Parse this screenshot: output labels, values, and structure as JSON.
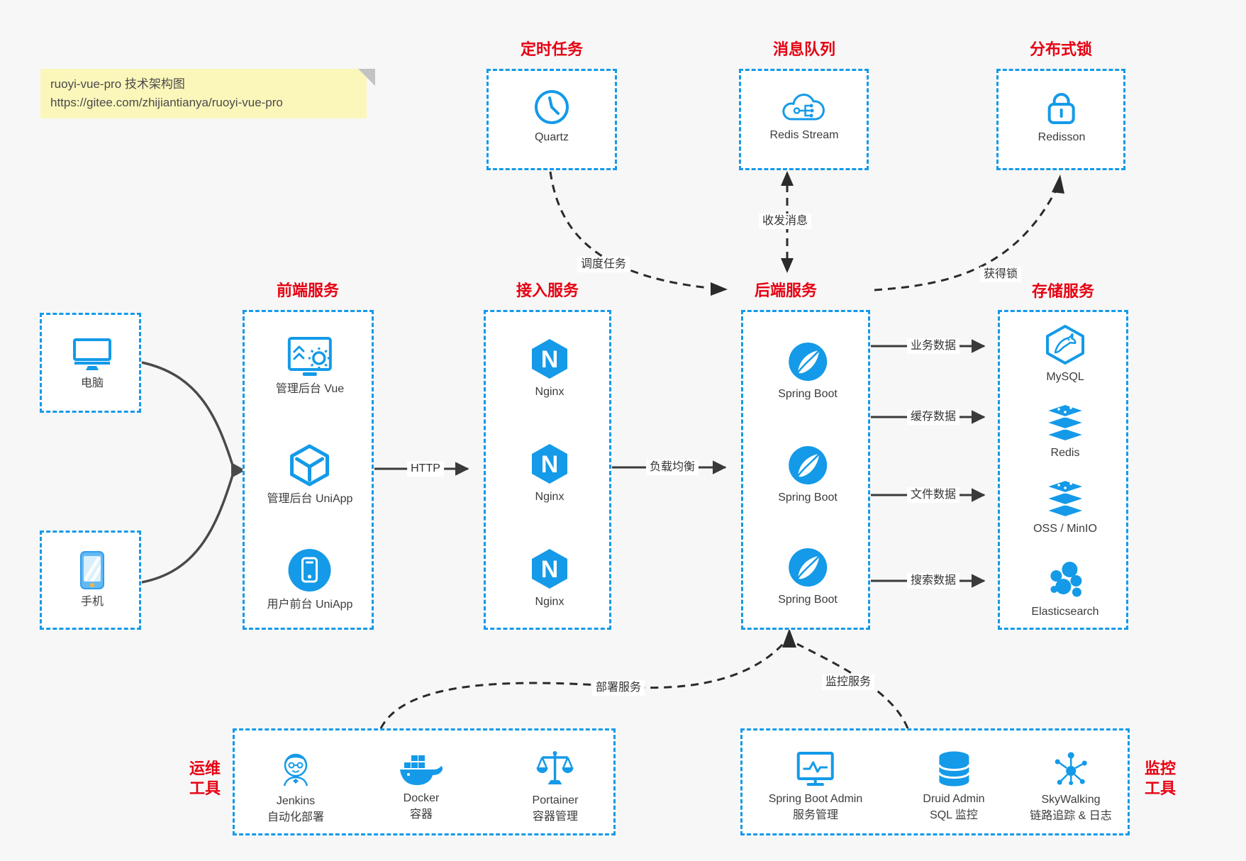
{
  "note": {
    "title": "ruoyi-vue-pro 技术架构图",
    "url": "https://gitee.com/zhijiantianya/ruoyi-vue-pro"
  },
  "colors": {
    "accent_blue": "#149ae8",
    "title_red": "#e60012",
    "note_bg": "#fbf7bb",
    "arrow_dark": "#3a3a3a",
    "client_arrow_gray": "#4a4a4a",
    "page_bg": "#f7f7f7"
  },
  "groups": {
    "scheduler": {
      "title": "定时任务",
      "items": [
        {
          "label": "Quartz",
          "icon": "clock-icon"
        }
      ]
    },
    "mq": {
      "title": "消息队列",
      "items": [
        {
          "label": "Redis Stream",
          "icon": "cloud-stream-icon"
        }
      ]
    },
    "lock": {
      "title": "分布式锁",
      "items": [
        {
          "label": "Redisson",
          "icon": "lock-icon"
        }
      ]
    },
    "clients": {
      "items": [
        {
          "label": "电脑",
          "icon": "desktop-icon"
        },
        {
          "label": "手机",
          "icon": "smartphone-icon"
        }
      ]
    },
    "frontend": {
      "title": "前端服务",
      "items": [
        {
          "label": "管理后台 Vue",
          "icon": "admin-screen-gear-icon"
        },
        {
          "label": "管理后台 UniApp",
          "icon": "uniapp-cube-icon"
        },
        {
          "label": "用户前台 UniApp",
          "icon": "mobile-app-icon"
        }
      ]
    },
    "gateway": {
      "title": "接入服务",
      "items": [
        {
          "label": "Nginx",
          "icon": "nginx-icon"
        },
        {
          "label": "Nginx",
          "icon": "nginx-icon"
        },
        {
          "label": "Nginx",
          "icon": "nginx-icon"
        }
      ]
    },
    "backend": {
      "title": "后端服务",
      "items": [
        {
          "label": "Spring Boot",
          "icon": "spring-boot-icon"
        },
        {
          "label": "Spring Boot",
          "icon": "spring-boot-icon"
        },
        {
          "label": "Spring Boot",
          "icon": "spring-boot-icon"
        }
      ]
    },
    "storage": {
      "title": "存储服务",
      "items": [
        {
          "label": "MySQL",
          "icon": "mysql-icon"
        },
        {
          "label": "Redis",
          "icon": "redis-icon"
        },
        {
          "label": "OSS / MinIO",
          "icon": "oss-minio-icon"
        },
        {
          "label": "Elasticsearch",
          "icon": "elasticsearch-icon"
        }
      ]
    },
    "ops": {
      "title_line1": "运维",
      "title_line2": "工具",
      "items": [
        {
          "label": "Jenkins",
          "sublabel": "自动化部署",
          "icon": "jenkins-icon"
        },
        {
          "label": "Docker",
          "sublabel": "容器",
          "icon": "docker-whale-icon"
        },
        {
          "label": "Portainer",
          "sublabel": "容器管理",
          "icon": "portainer-scales-icon"
        }
      ]
    },
    "monitor": {
      "title_line1": "监控",
      "title_line2": "工具",
      "items": [
        {
          "label": "Spring Boot Admin",
          "sublabel": "服务管理",
          "icon": "monitor-chart-icon"
        },
        {
          "label": "Druid Admin",
          "sublabel": "SQL 监控",
          "icon": "database-icon"
        },
        {
          "label": "SkyWalking",
          "sublabel": "链路追踪 & 日志",
          "icon": "topology-icon"
        }
      ]
    }
  },
  "edges": {
    "schedule_task": "调度任务",
    "send_receive_msg": "收发消息",
    "acquire_lock": "获得锁",
    "http": "HTTP",
    "load_balance": "负载均衡",
    "business_data": "业务数据",
    "cache_data": "缓存数据",
    "file_data": "文件数据",
    "search_data": "搜索数据",
    "deploy_service": "部署服务",
    "monitor_service": "监控服务"
  }
}
